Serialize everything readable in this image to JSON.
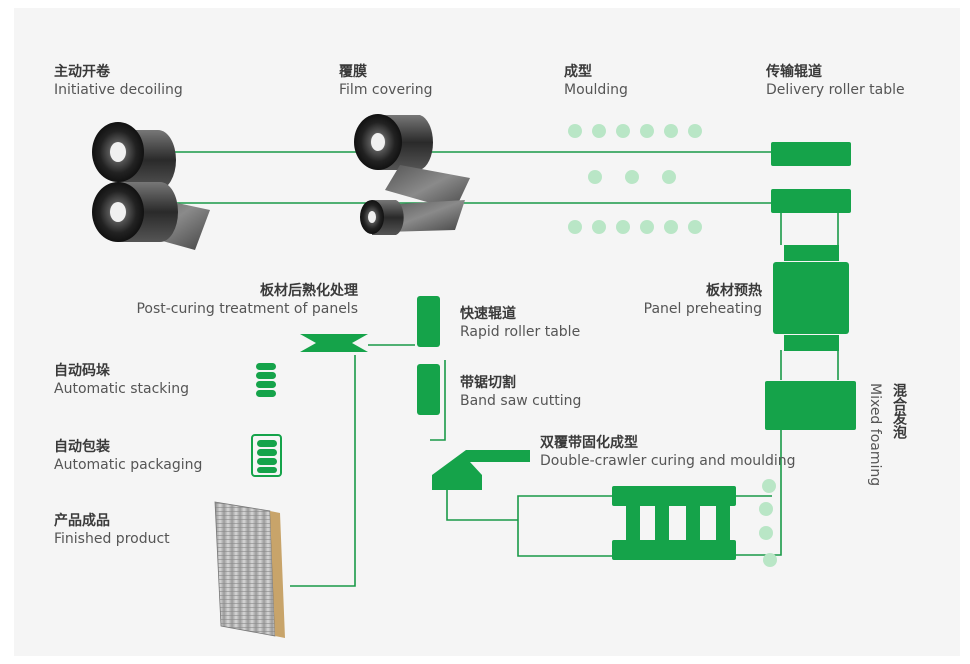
{
  "colors": {
    "accent": "#15a34a",
    "line": "#1a9a48",
    "dot": "#b9e6c6",
    "background": "#f5f5f5"
  },
  "stations": {
    "decoiling": {
      "zh": "主动开卷",
      "en": "Initiative decoiling"
    },
    "film": {
      "zh": "覆膜",
      "en": "Film covering"
    },
    "moulding": {
      "zh": "成型",
      "en": "Moulding"
    },
    "delivery": {
      "zh": "传输辊道",
      "en": "Delivery roller table"
    },
    "post_curing": {
      "zh": "板材后熟化处理",
      "en": "Post-curing treatment of panels"
    },
    "rapid": {
      "zh": "快速辊道",
      "en": "Rapid roller table"
    },
    "preheating": {
      "zh": "板材预热",
      "en": "Panel preheating"
    },
    "stacking": {
      "zh": "自动码垛",
      "en": "Automatic stacking"
    },
    "band_saw": {
      "zh": "带锯切割",
      "en": "Band saw cutting"
    },
    "mixed_foaming": {
      "zh": "混合发泡",
      "en": "Mixed foaming"
    },
    "packaging": {
      "zh": "自动包装",
      "en": "Automatic packaging"
    },
    "crawler": {
      "zh": "双覆带固化成型",
      "en": "Double-crawler curing and moulding"
    },
    "finished": {
      "zh": "产品成品",
      "en": "Finished product"
    }
  }
}
